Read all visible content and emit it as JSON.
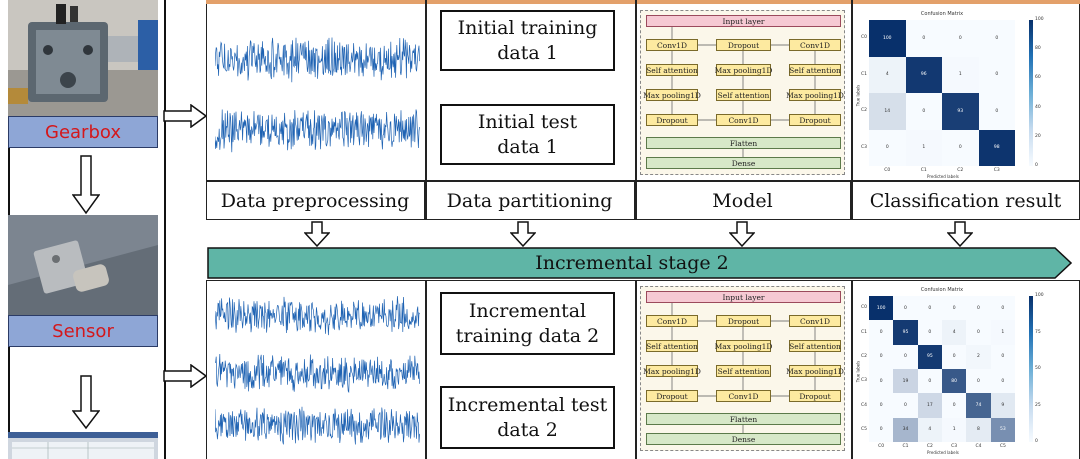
{
  "left": {
    "gearbox_label": "Gearbox",
    "sensor_label": "Sensor"
  },
  "stage1": {
    "columns": [
      "Data preprocessing",
      "Data partitioning",
      "Model",
      "Classification result"
    ],
    "train_box": "Initial training\ndata 1",
    "test_box": "Initial test\ndata 1"
  },
  "stage2": {
    "bar_label": "Incremental stage 2",
    "train_box": "Incremental\ntraining data 2",
    "test_box": "Incremental test\ndata 2"
  },
  "model": {
    "input": "Input layer",
    "col1": [
      "Conv1D",
      "Self attention",
      "Max pooling1D",
      "Dropout"
    ],
    "col2": [
      "Dropout",
      "Max pooling1D",
      "Self attention",
      "Conv1D"
    ],
    "col3": [
      "Conv1D",
      "Self attention",
      "Max pooling1D",
      "Dropout"
    ],
    "flatten": "Flatten",
    "dense": "Dense"
  },
  "cm1": {
    "title": "Confusion Matrix",
    "xlabel": "Predicted labels",
    "ylabel": "True labels",
    "labels": [
      "C0",
      "C1",
      "C2",
      "C3"
    ],
    "matrix": [
      [
        100,
        0,
        0,
        0
      ],
      [
        4,
        96,
        1,
        0
      ],
      [
        14,
        0,
        93,
        0
      ],
      [
        0,
        1,
        0,
        98
      ]
    ],
    "cbar_ticks": [
      "100",
      "80",
      "60",
      "40",
      "20",
      "0"
    ]
  },
  "cm2": {
    "title": "Confusion Matrix",
    "xlabel": "Predicted labels",
    "ylabel": "True labels",
    "labels": [
      "C0",
      "C1",
      "C2",
      "C3",
      "C4",
      "C5"
    ],
    "matrix": [
      [
        100,
        0,
        0,
        0,
        0,
        0
      ],
      [
        0,
        95,
        0,
        4,
        0,
        1
      ],
      [
        0,
        0,
        95,
        0,
        2,
        0
      ],
      [
        0,
        19,
        0,
        80,
        0,
        0
      ],
      [
        0,
        0,
        17,
        0,
        74,
        9
      ],
      [
        0,
        34,
        4,
        1,
        8,
        53
      ]
    ],
    "cbar_ticks": [
      "100",
      "75",
      "50",
      "25",
      "0"
    ]
  },
  "colors": {
    "stage_bar": "#5fb5a6",
    "signal": "#1f63b3",
    "label_bg": "#8ea6d6",
    "label_text": "#d4171b"
  }
}
